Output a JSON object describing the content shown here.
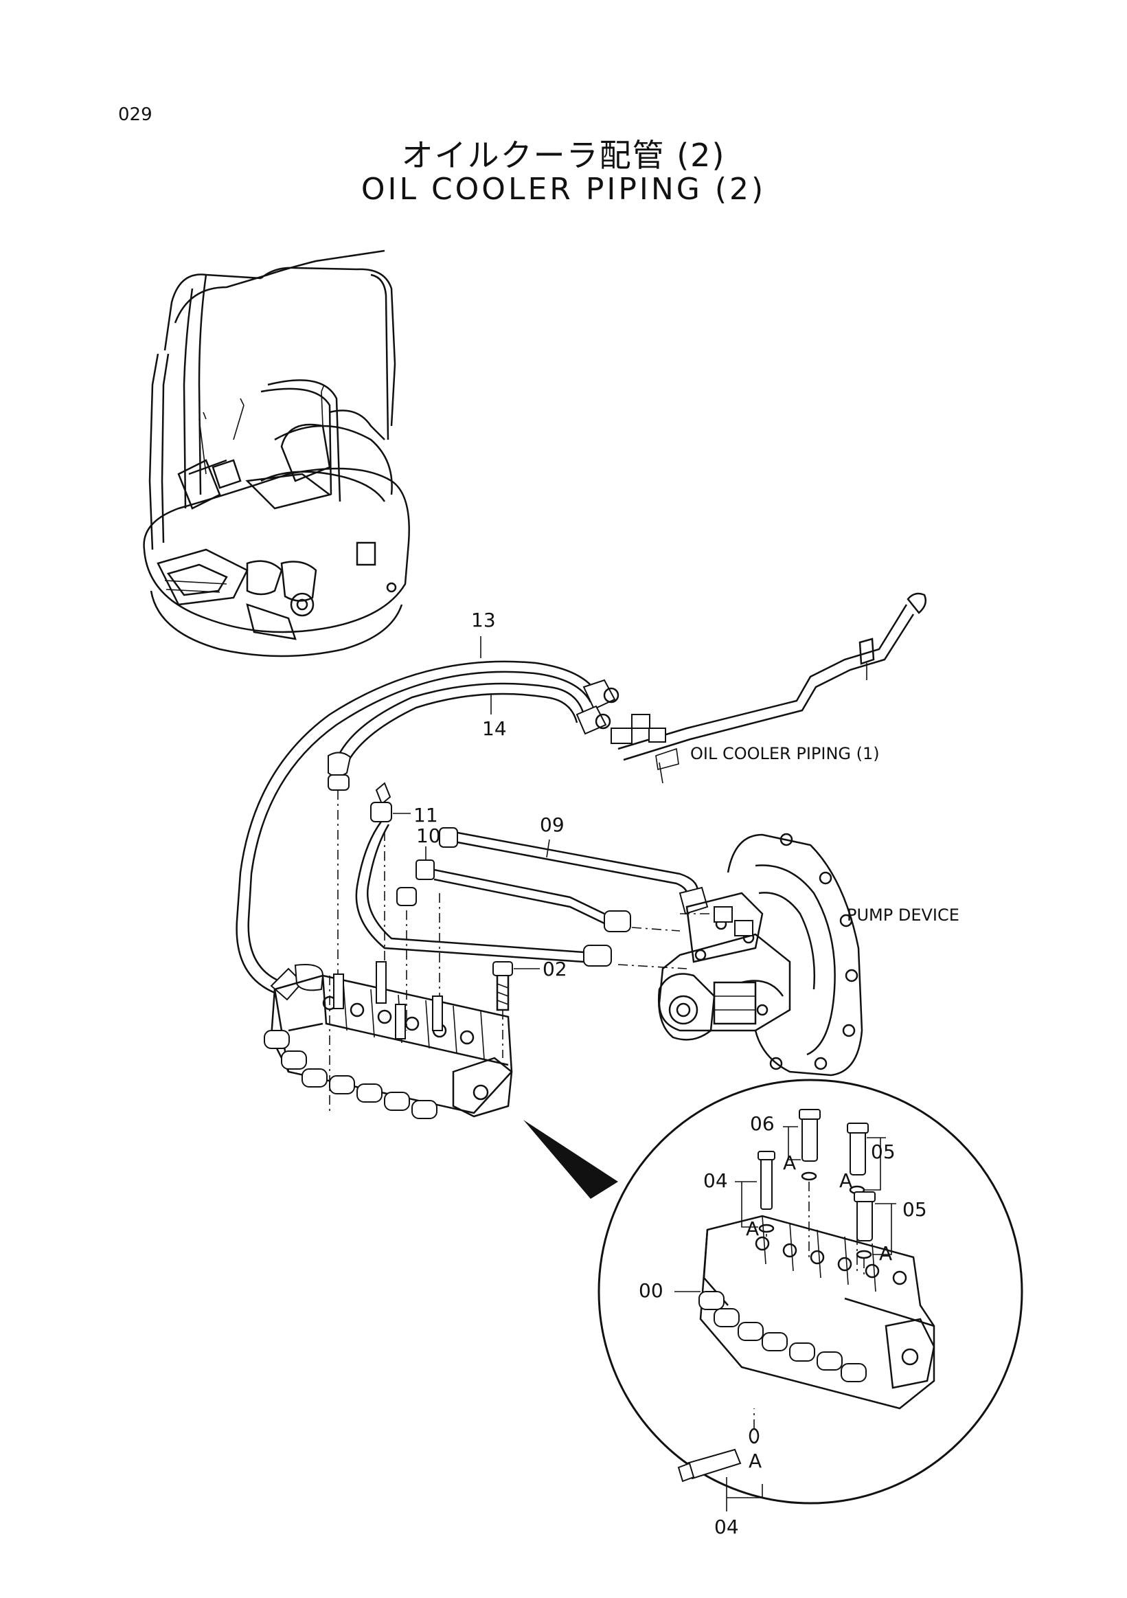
{
  "page_number": "029",
  "title_jp": "オイルクーラ配管 (2)",
  "title_en": "OIL  COOLER  PIPING (2)",
  "callouts": {
    "p13": "13",
    "p14": "14",
    "p11": "11",
    "p10": "10",
    "p09": "09",
    "p02": "02",
    "p06": "06",
    "p05a": "05",
    "p04a": "04",
    "p05b": "05",
    "p00": "00",
    "p04b": "04"
  },
  "refs": {
    "oil_cooler_piping_1": "OIL COOLER PIPING (1)",
    "pump_device": "PUMP DEVICE"
  },
  "joint_marks": {
    "a1": "A",
    "a2": "A",
    "a3": "A",
    "a4": "A",
    "a5": "A"
  }
}
